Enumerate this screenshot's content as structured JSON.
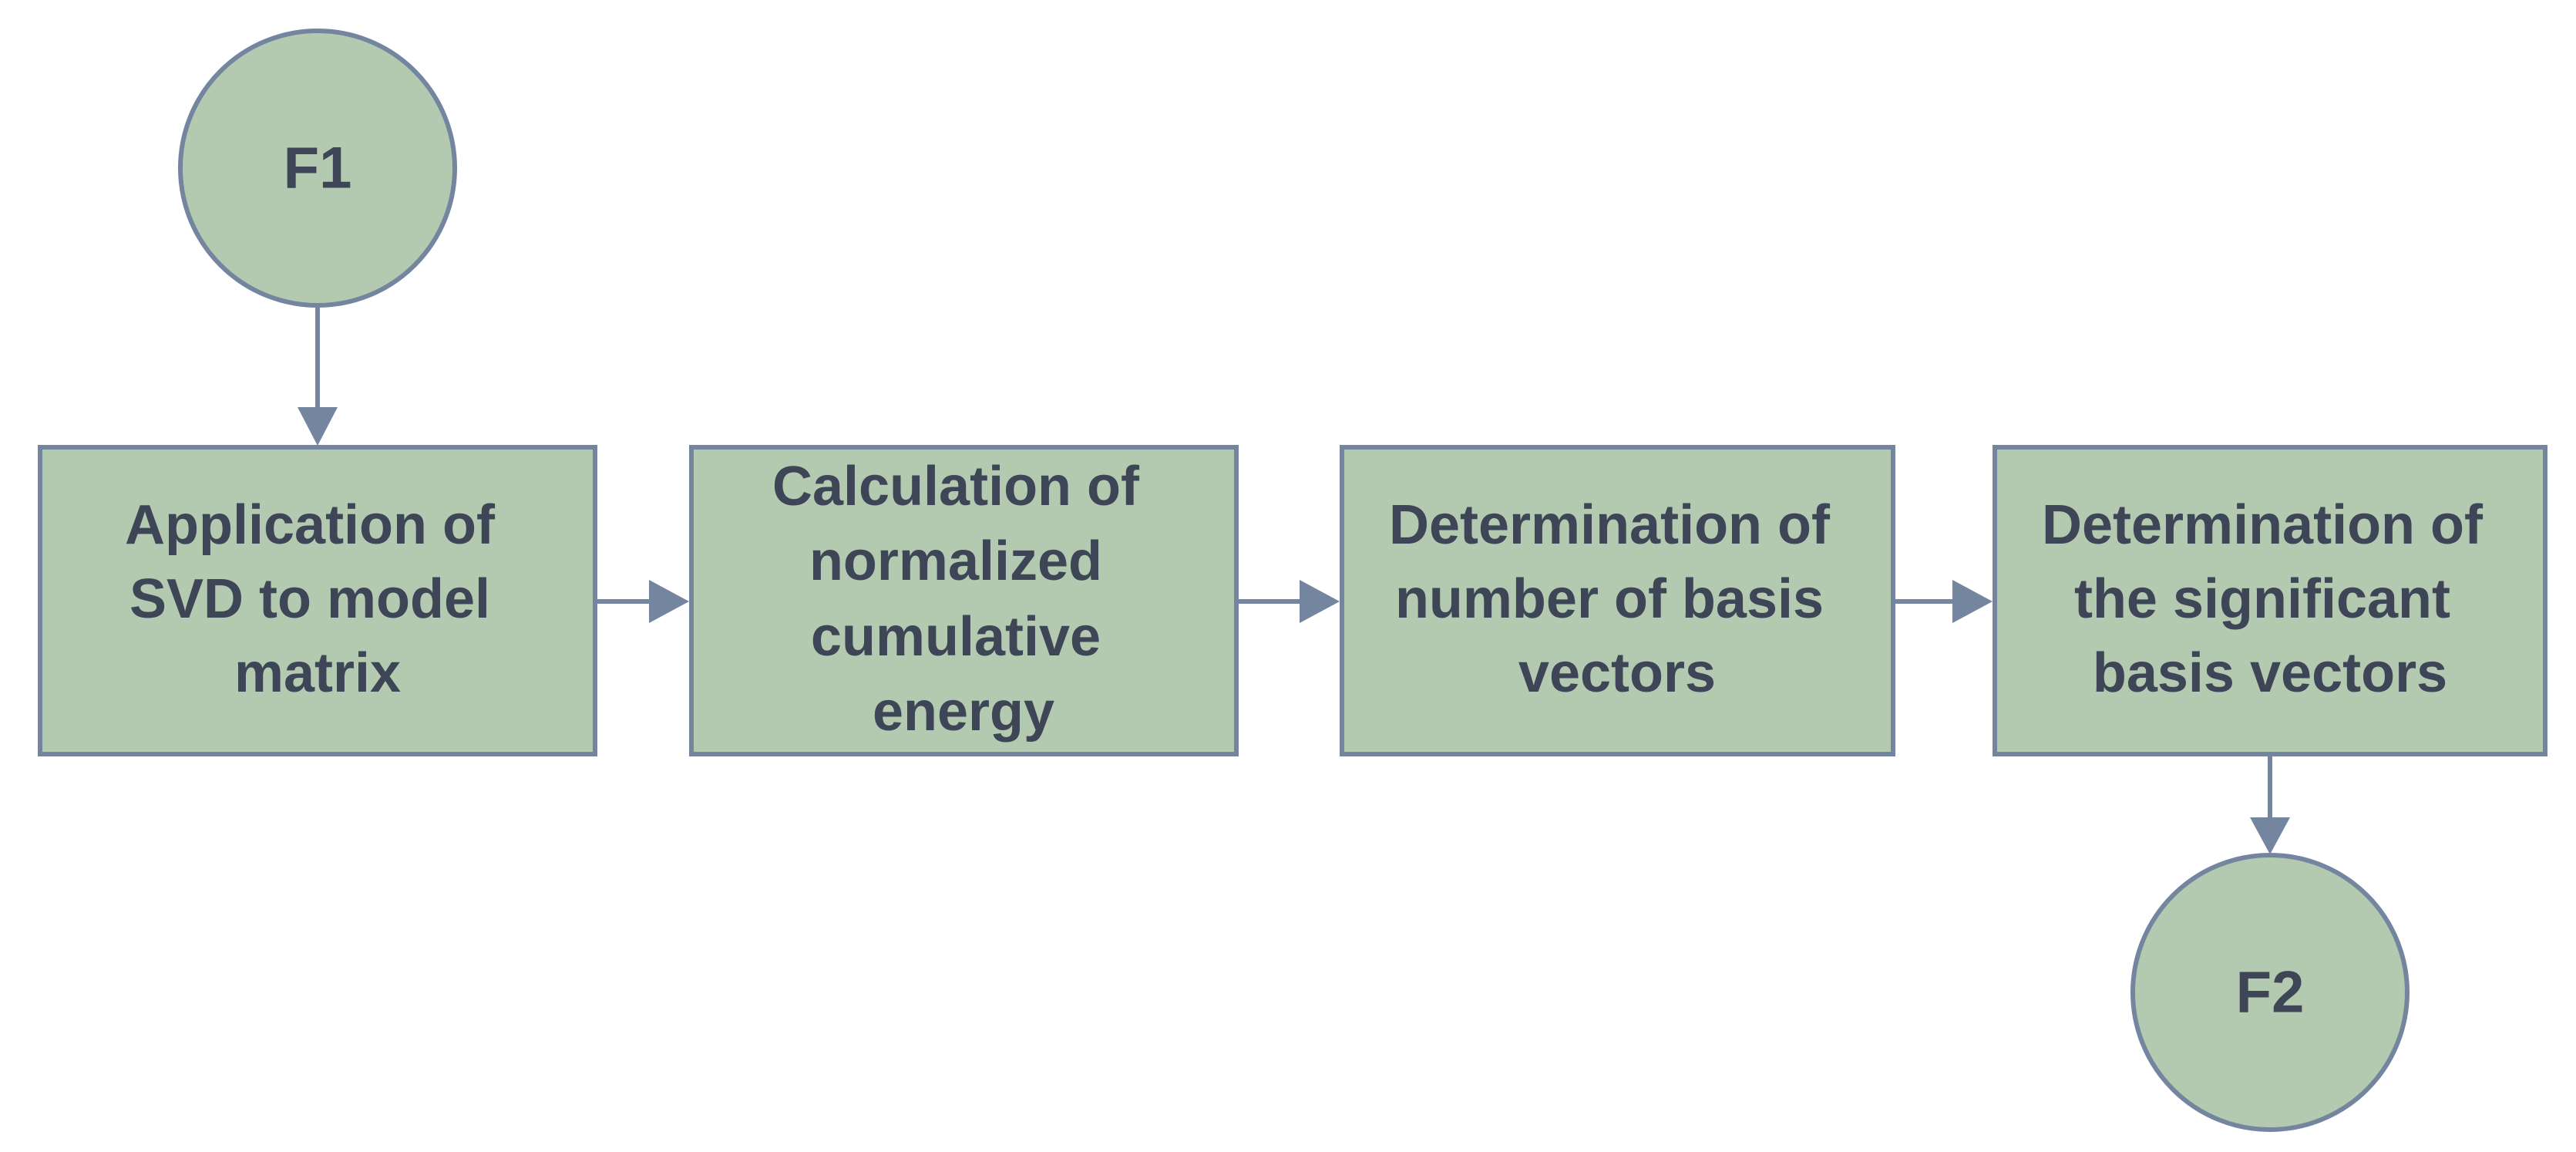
{
  "diagram": {
    "colors": {
      "node_fill": "#b4cab0",
      "node_stroke": "#7485a0",
      "text": "#3e4556",
      "connector": "#7485a0"
    },
    "start": {
      "label": "F1"
    },
    "end": {
      "label": "F2"
    },
    "steps": [
      {
        "lines": [
          "Application of",
          "SVD to model",
          "matrix"
        ]
      },
      {
        "lines": [
          "Calculation of",
          "normalized",
          "cumulative",
          "energy"
        ]
      },
      {
        "lines": [
          "Determination of",
          "number of basis",
          "vectors"
        ]
      },
      {
        "lines": [
          "Determination of",
          "the significant",
          "basis vectors"
        ]
      }
    ]
  }
}
